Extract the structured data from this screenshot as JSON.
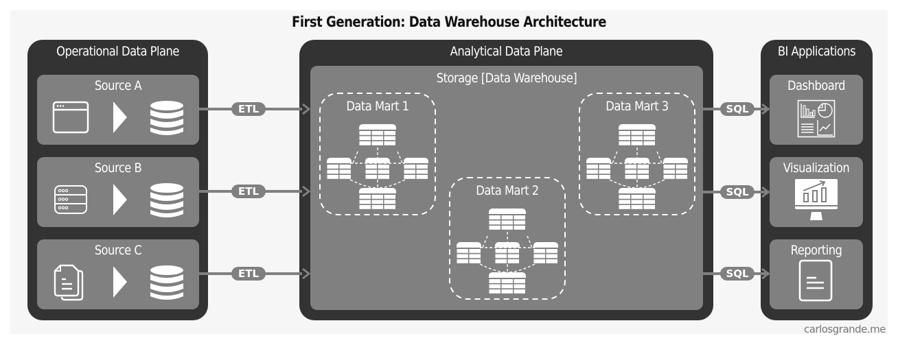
{
  "title": "First Generation: Data Warehouse Architecture",
  "credit": "carlosgrande.me",
  "colors": {
    "background": "#f6f6f6",
    "panel": "#333333",
    "box": "#808080",
    "icon": "#ffffff",
    "connector": "#808080"
  },
  "operational": {
    "title": "Operational Data Plane",
    "sources": [
      {
        "label": "Source A",
        "icon": "browser-window-icon",
        "target_icon": "database-icon"
      },
      {
        "label": "Source B",
        "icon": "server-icon",
        "target_icon": "database-icon"
      },
      {
        "label": "Source C",
        "icon": "documents-icon",
        "target_icon": "database-icon"
      }
    ]
  },
  "analytical": {
    "title": "Analytical Data Plane",
    "storage_title": "Storage [Data Warehouse]",
    "marts": [
      {
        "label": "Data Mart 1",
        "schema_icon": "star-schema-icon"
      },
      {
        "label": "Data Mart 2",
        "schema_icon": "star-schema-icon"
      },
      {
        "label": "Data Mart 3",
        "schema_icon": "star-schema-icon"
      }
    ]
  },
  "bi": {
    "title": "BI Applications",
    "apps": [
      {
        "label": "Dashboard",
        "icon": "dashboard-icon"
      },
      {
        "label": "Visualization",
        "icon": "monitor-chart-icon"
      },
      {
        "label": "Reporting",
        "icon": "report-document-icon"
      }
    ]
  },
  "connectors": {
    "ingest": [
      {
        "label": "ETL"
      },
      {
        "label": "ETL"
      },
      {
        "label": "ETL"
      }
    ],
    "serve": [
      {
        "label": "SQL"
      },
      {
        "label": "SQL"
      },
      {
        "label": "SQL"
      }
    ]
  }
}
